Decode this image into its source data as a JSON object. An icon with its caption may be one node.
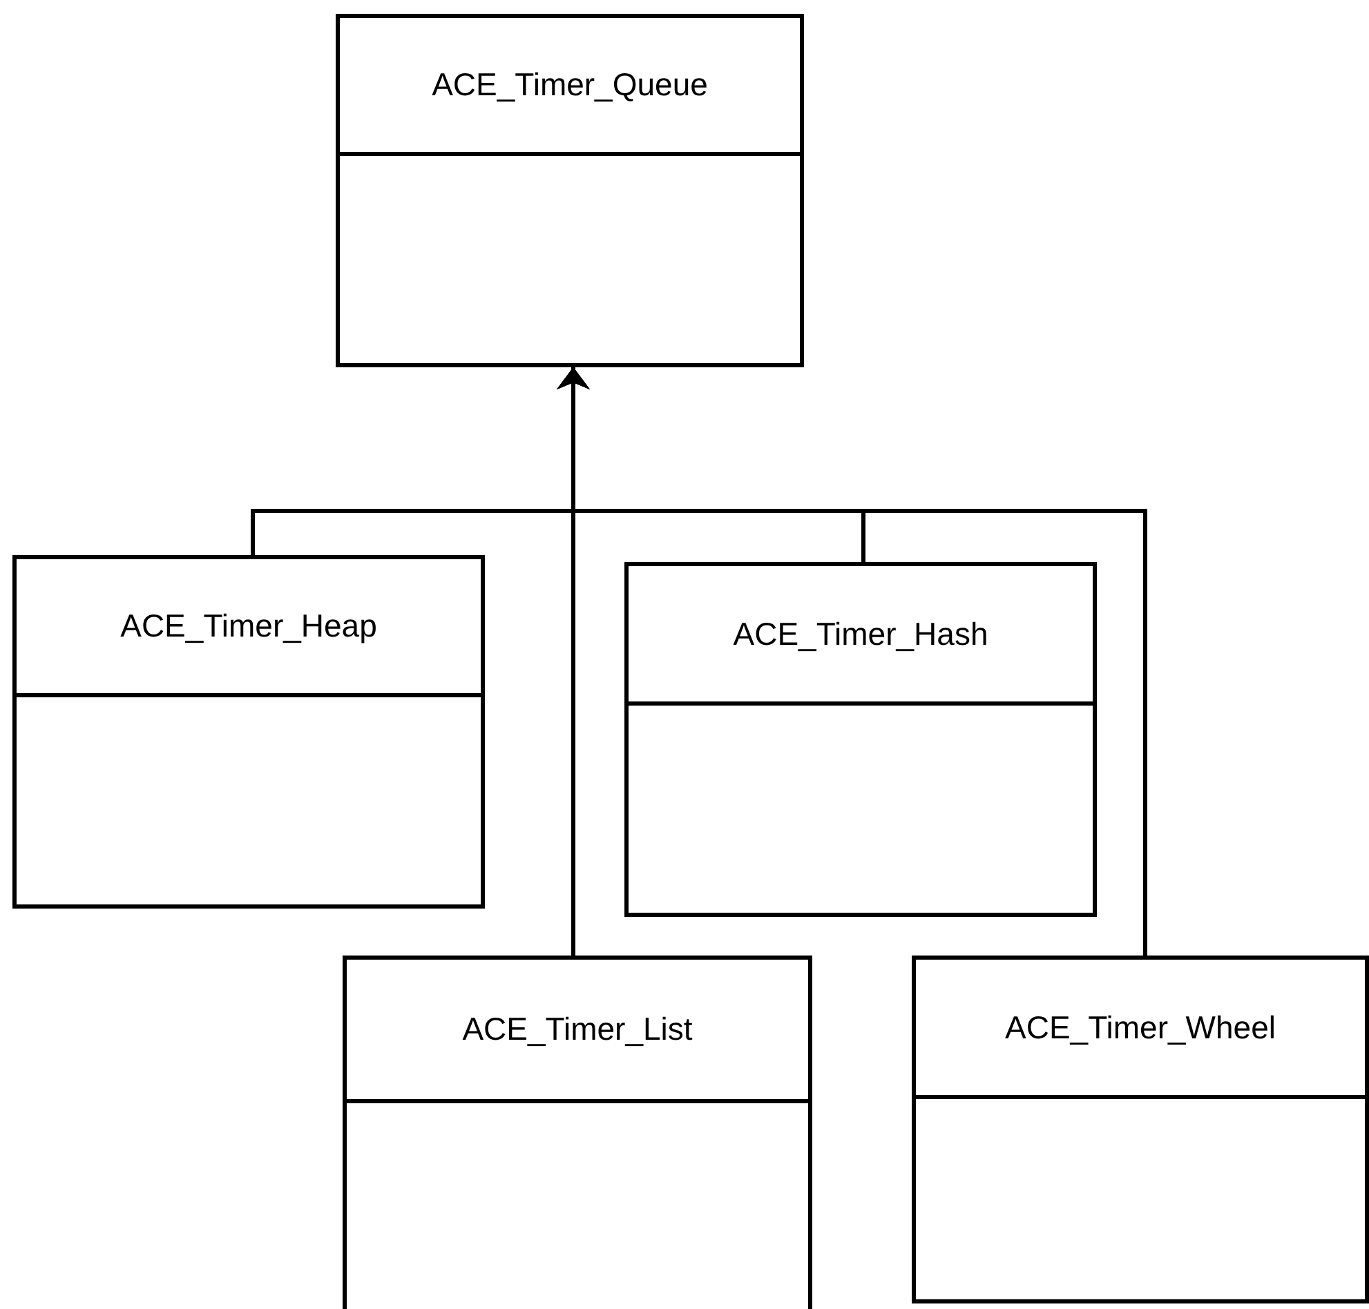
{
  "diagram": {
    "nodes": [
      {
        "text": [
          "ACE_Timer_Queue"
        ]
      },
      {
        "text": [
          "ACE_Timer_Heap"
        ]
      },
      {
        "text": [
          "ACE_Timer_Hash"
        ]
      },
      {
        "text": [
          "ACE_Timer_List"
        ]
      },
      {
        "text": [
          "ACE_Timer_Wheel"
        ]
      }
    ],
    "edges": [
      {
        "from": 1,
        "to": 0,
        "arrow": "to"
      },
      {
        "from": 2,
        "to": 0,
        "arrow": "to"
      },
      {
        "from": 3,
        "to": 0,
        "arrow": "to"
      },
      {
        "from": 4,
        "to": 0,
        "arrow": "to"
      }
    ]
  }
}
